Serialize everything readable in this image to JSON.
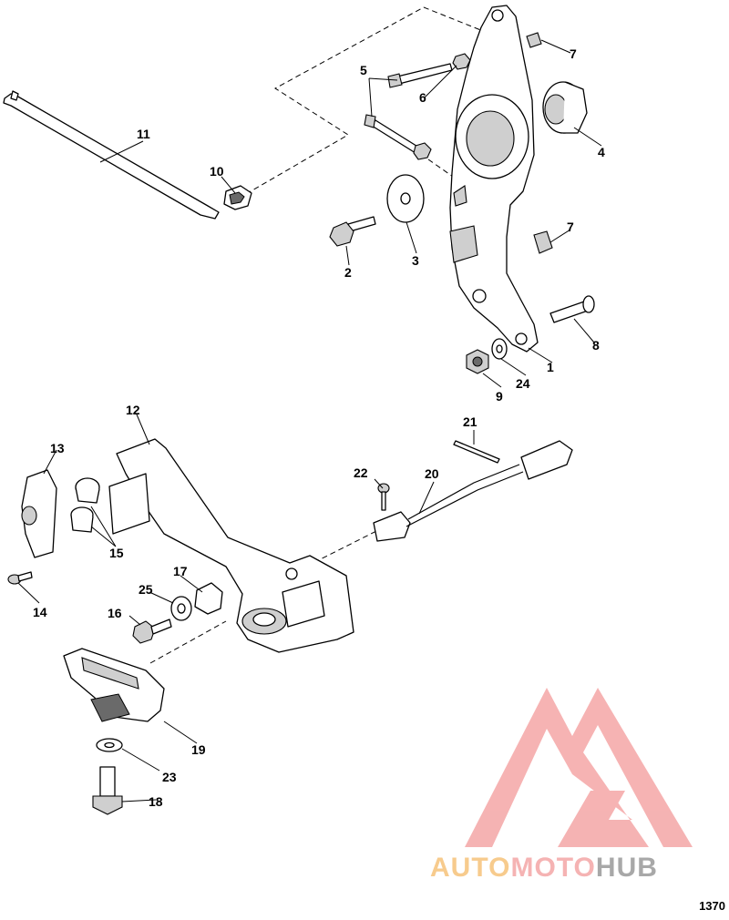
{
  "callouts": {
    "c1": "1",
    "c2": "2",
    "c3": "3",
    "c4": "4",
    "c5": "5",
    "c6": "6",
    "c7a": "7",
    "c7b": "7",
    "c8": "8",
    "c9": "9",
    "c10": "10",
    "c11": "11",
    "c12": "12",
    "c13": "13",
    "c14": "14",
    "c15": "15",
    "c16": "16",
    "c17": "17",
    "c18": "18",
    "c19": "19",
    "c20": "20",
    "c21": "21",
    "c22": "22",
    "c23": "23",
    "c24": "24",
    "c25": "25"
  },
  "figure_number": "1370",
  "watermark": {
    "word_auto": "AUTO",
    "word_moto": "MOTO",
    "word_hub": "HUB",
    "color_logo": "#f4a6a6",
    "color_auto": "#f6c27a",
    "color_moto": "#f4a6a6",
    "color_hub": "#9a9a9a"
  }
}
